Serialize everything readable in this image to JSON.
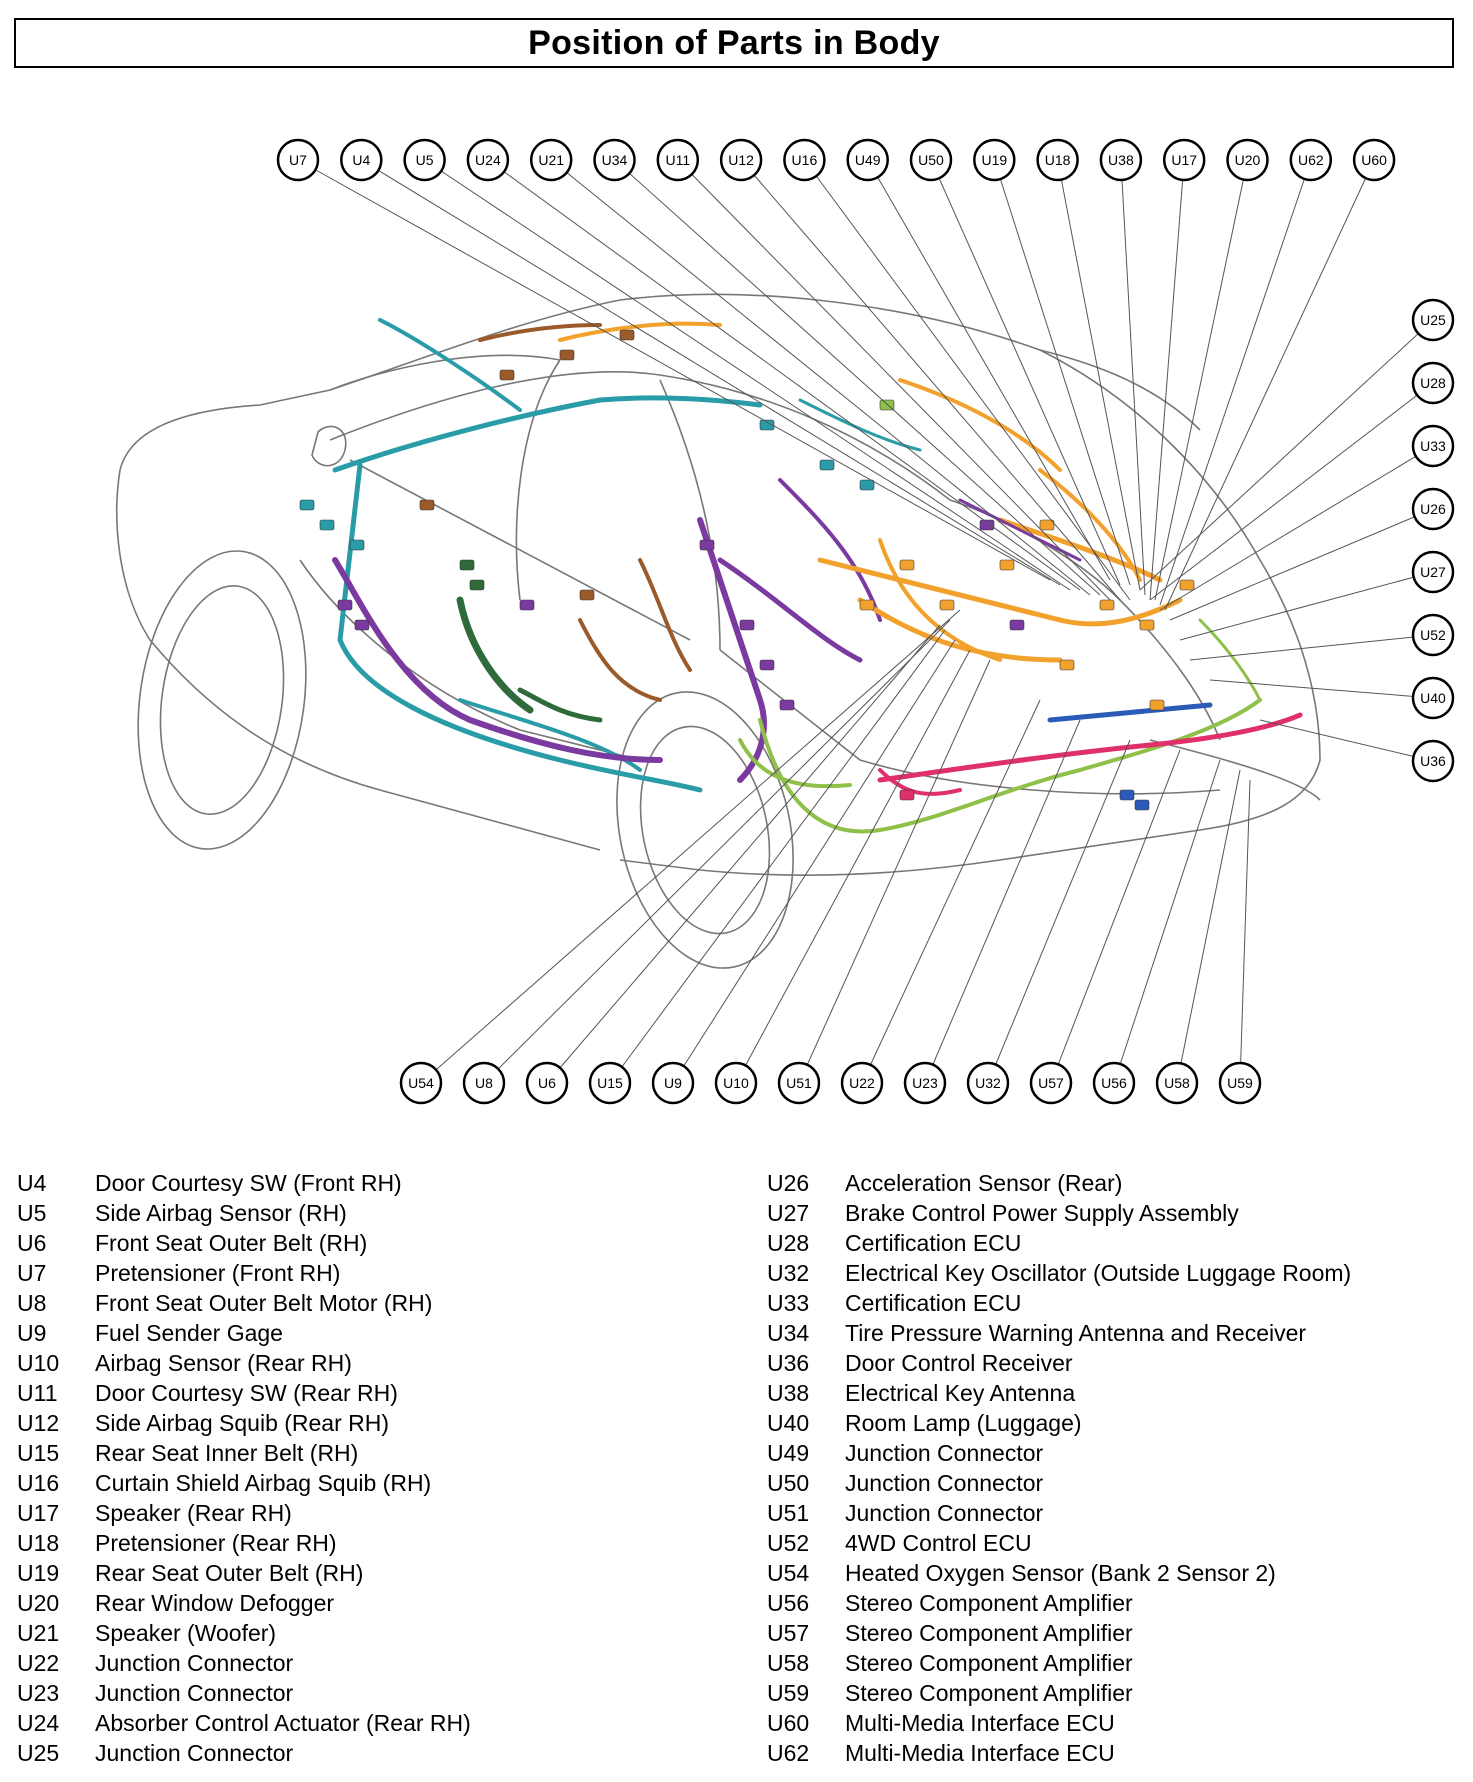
{
  "title": "Position of Parts in Body",
  "colors": {
    "teal": "#2a9ca8",
    "purple": "#7a3aa0",
    "orange": "#f2a12c",
    "green": "#8fc04a",
    "red": "#e0306a",
    "dark_green": "#2f6b3a",
    "blue": "#2c5ab8",
    "brown": "#9a5a2a",
    "outline": "#777777"
  },
  "callouts": {
    "top": [
      "U7",
      "U4",
      "U5",
      "U24",
      "U21",
      "U34",
      "U11",
      "U12",
      "U16",
      "U49",
      "U50",
      "U19",
      "U18",
      "U38",
      "U17",
      "U20",
      "U62",
      "U60"
    ],
    "right": [
      "U25",
      "U28",
      "U33",
      "U26",
      "U27",
      "U52",
      "U40",
      "U36"
    ],
    "bottom": [
      "U54",
      "U8",
      "U6",
      "U15",
      "U9",
      "U10",
      "U51",
      "U22",
      "U23",
      "U32",
      "U57",
      "U56",
      "U58",
      "U59"
    ]
  },
  "legend_left": [
    {
      "code": "U4",
      "name": "Door Courtesy SW (Front RH)"
    },
    {
      "code": "U5",
      "name": "Side Airbag Sensor (RH)"
    },
    {
      "code": "U6",
      "name": "Front Seat Outer Belt (RH)"
    },
    {
      "code": "U7",
      "name": "Pretensioner (Front RH)"
    },
    {
      "code": "U8",
      "name": "Front Seat Outer Belt Motor (RH)"
    },
    {
      "code": "U9",
      "name": "Fuel Sender Gage"
    },
    {
      "code": "U10",
      "name": "Airbag Sensor (Rear RH)"
    },
    {
      "code": "U11",
      "name": "Door Courtesy SW (Rear RH)"
    },
    {
      "code": "U12",
      "name": "Side Airbag Squib (Rear RH)"
    },
    {
      "code": "U15",
      "name": "Rear Seat Inner Belt (RH)"
    },
    {
      "code": "U16",
      "name": "Curtain Shield Airbag Squib (RH)"
    },
    {
      "code": "U17",
      "name": "Speaker (Rear RH)"
    },
    {
      "code": "U18",
      "name": "Pretensioner (Rear RH)"
    },
    {
      "code": "U19",
      "name": "Rear Seat Outer Belt (RH)"
    },
    {
      "code": "U20",
      "name": "Rear Window Defogger"
    },
    {
      "code": "U21",
      "name": "Speaker (Woofer)"
    },
    {
      "code": "U22",
      "name": "Junction Connector"
    },
    {
      "code": "U23",
      "name": "Junction Connector"
    },
    {
      "code": "U24",
      "name": "Absorber Control Actuator (Rear RH)"
    },
    {
      "code": "U25",
      "name": "Junction Connector"
    }
  ],
  "legend_right": [
    {
      "code": "U26",
      "name": "Acceleration Sensor (Rear)"
    },
    {
      "code": "U27",
      "name": "Brake Control Power Supply Assembly"
    },
    {
      "code": "U28",
      "name": "Certification ECU"
    },
    {
      "code": "U32",
      "name": "Electrical Key Oscillator (Outside Luggage Room)"
    },
    {
      "code": "U33",
      "name": "Certification ECU"
    },
    {
      "code": "U34",
      "name": "Tire Pressure Warning Antenna and Receiver"
    },
    {
      "code": "U36",
      "name": "Door Control Receiver"
    },
    {
      "code": "U38",
      "name": "Electrical Key Antenna"
    },
    {
      "code": "U40",
      "name": "Room Lamp (Luggage)"
    },
    {
      "code": "U49",
      "name": "Junction Connector"
    },
    {
      "code": "U50",
      "name": "Junction Connector"
    },
    {
      "code": "U51",
      "name": "Junction Connector"
    },
    {
      "code": "U52",
      "name": "4WD Control ECU"
    },
    {
      "code": "U54",
      "name": "Heated Oxygen Sensor (Bank 2 Sensor 2)"
    },
    {
      "code": "U56",
      "name": "Stereo Component Amplifier"
    },
    {
      "code": "U57",
      "name": "Stereo Component Amplifier"
    },
    {
      "code": "U58",
      "name": "Stereo Component Amplifier"
    },
    {
      "code": "U59",
      "name": "Stereo Component Amplifier"
    },
    {
      "code": "U60",
      "name": "Multi-Media Interface ECU"
    },
    {
      "code": "U62",
      "name": "Multi-Media Interface ECU"
    }
  ]
}
